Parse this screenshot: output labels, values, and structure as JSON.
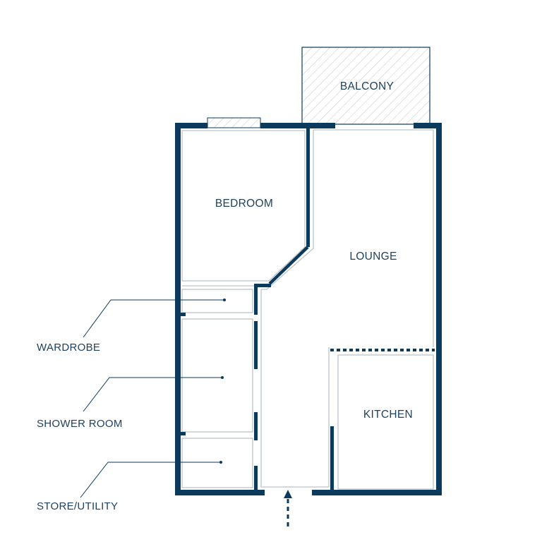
{
  "colors": {
    "wall": "#0c3a5c",
    "inner_line": "#b9c4cd",
    "text": "#1b3f5e",
    "hatch": "#c8c8c8"
  },
  "rooms": {
    "balcony": "BALCONY",
    "bedroom": "BEDROOM",
    "lounge": "LOUNGE",
    "kitchen": "KITCHEN"
  },
  "callouts": {
    "wardrobe": "WARDROBE",
    "shower_room": "SHOWER ROOM",
    "store_utility": "STORE/UTILITY"
  },
  "icons": {
    "entrance": "entrance-arrow-icon",
    "window": "window-hatch-icon"
  }
}
